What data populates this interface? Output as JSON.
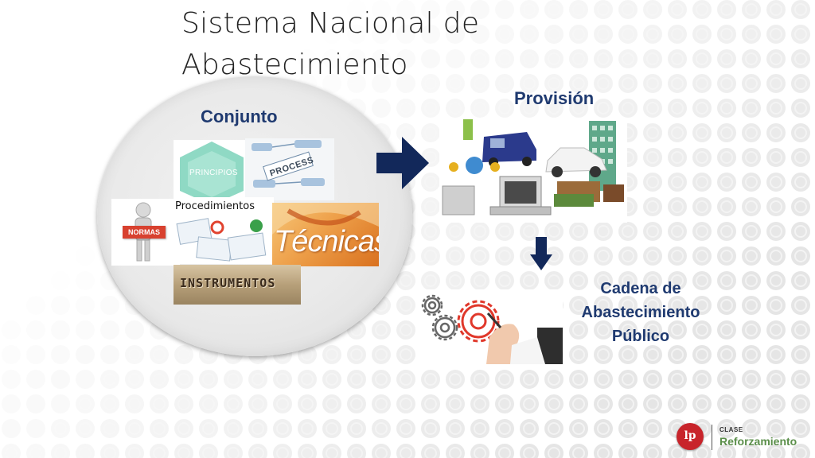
{
  "slide": {
    "title_line1": "Sistema Nacional de",
    "title_line2": "Abastecimiento",
    "conjunto_label": "Conjunto",
    "provision_label": "Provisión",
    "cadena_line1": "Cadena de",
    "cadena_line2": "Abastecimiento",
    "cadena_line3": "Público"
  },
  "collage": {
    "principios": "PRINCIPIOS",
    "process": "PROCESS",
    "normas": "NORMAS",
    "procedimientos": "Procedimientos",
    "tecnicas": "Técnicas",
    "instrumentos": "INSTRUMENTOS"
  },
  "logo": {
    "letters": "lp",
    "clase": "CLASE",
    "reforzamiento": "Reforzamiento"
  },
  "colors": {
    "accent_blue": "#1f3a70",
    "logo_red": "#c8242b",
    "logo_green": "#5b8f4a"
  },
  "icons": {
    "arrow_right": "arrow-right-icon",
    "arrow_down": "arrow-down-icon",
    "pattern": "lp-logo-pattern"
  }
}
